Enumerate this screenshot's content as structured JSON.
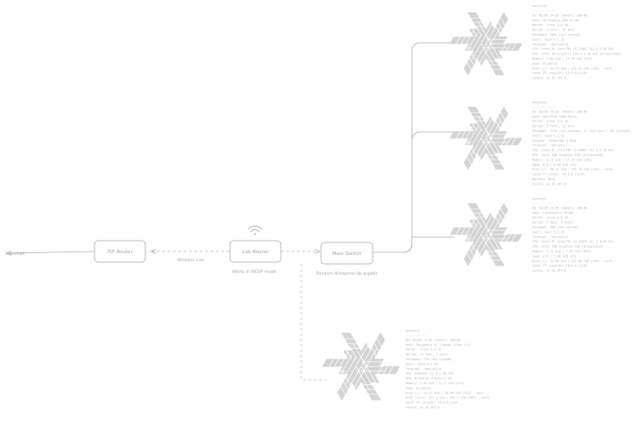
{
  "nodes": {
    "internet": "Internet",
    "isp_router": "ISP Router",
    "lab_router": "Lab Router",
    "main_switch": "Main Switch"
  },
  "edges": {
    "wireless_link": "Wireless Link"
  },
  "captions": {
    "lab_router_note": "Works in WDSP mode",
    "switch_note": "Random Aliexpress 8p gigabit"
  },
  "icons": {
    "wifi": "wifi-icon",
    "server_logo": "nixos-logo-icon"
  },
  "servers": [
    {
      "title": "neofetch",
      "lines": [
        "------------",
        "OS: NixOS 24.05 (Uakari) x86_64",
        "Host: HP ProDesk 600 G3 DM",
        "Kernel: Linux 6.6.40",
        "Uptime: 3 hours, 52 mins",
        "Packages: 1091 (nix-system)",
        "Shell: bash 5.2.26",
        "Terminal: /dev/pts/0",
        "CPU: Intel(R) Core(TM) i5-7500T (4) @ 3.30 GHz",
        "GPU: Intel HD Graphics 630 @ 1.10 GHz [Integrated]",
        "Memory: 3.84 GiB / 15.52 GiB (25%)",
        "Swap: Disabled",
        "Disk (/): 42.18 GiB / 233.24 GiB (18%) - ext4",
        "Local IP (enp1s0): 10.0.0.11/24",
        "Locale: en_US.UTF-8"
      ]
    },
    {
      "title": "neofetch",
      "lines": [
        "------------",
        "OS: NixOS 24.05 (Uakari) x86_64",
        "Host: OptiPlex 3060 Micro",
        "Kernel: Linux 6.6.40",
        "Uptime: 5 hours, 18 mins",
        "Packages: 1244 (nix-system), 17 (nix-user), 56 (flatpak)",
        "Shell: bash 5.2.26",
        "Display: 1920x1080 @ 60Hz",
        "Terminal: /dev/pts/1",
        "CPU: Intel(R) Core(TM) i5-8500T (6) @ 3.50 GHz",
        "GPU: Intel UHD Graphics 630 [Integrated]",
        "Memory: 6.12 GiB / 15.50 GiB (39%)",
        "Swap: 0 B / 4.00 GiB (0%)",
        "Disk (/): 96.44 GiB / 465.76 GiB (21%) - ext4",
        "Local IP (eno1): 10.0.0.12/24",
        "Battery: None",
        "Locale: en_US.UTF-8"
      ]
    },
    {
      "title": "neofetch",
      "lines": [
        "------------",
        "OS: NixOS 24.05 (Uakari) x86_64",
        "Host: ThinkCentre M720q",
        "Kernel: Linux 6.6.40",
        "Uptime: 2 days, 4 hours",
        "Packages: 968 (nix-system)",
        "Shell: bash 5.2.26",
        "Terminal: /dev/pts/0",
        "CPU: Intel(R) Core(TM) i3-8100T (4) @ 3.10 GHz",
        "GPU: Intel UHD Graphics 630 [Integrated]",
        "Memory: 2.71 GiB / 7.63 GiB (35%)",
        "Swap: 0 B / 2.00 GiB (0%)",
        "Disk (/): 31.90 GiB / 232.89 GiB (14%) - ext4",
        "Local IP (enp2s0): 10.0.0.13/24",
        "Locale: en_US.UTF-8"
      ]
    },
    {
      "title": "neofetch",
      "lines": [
        "------------",
        "OS: NixOS 24.05 (Uakari) x86_64",
        "Host: Raspberry Pi 4 Model B Rev 1.4",
        "Kernel: Linux 6.6.31",
        "Uptime: 11 days, 7 hours",
        "Packages: 743 (nix-system)",
        "Shell: bash 5.2.26",
        "Terminal: /dev/pts/0",
        "CPU: BCM2835 (4) @ 1.80 GHz",
        "GPU: Broadcom VideoCore VI",
        "Memory: 1.02 GiB / 3.71 GiB (27%)",
        "Swap: Disabled",
        "Disk (/): 18.22 GiB / 58.96 GiB (31%) - ext4",
        "Disk (/srv): 612.4 GiB / 931.5 GiB (66%) - ext4",
        "Local IP (wlan0): 10.0.0.2/24",
        "Locale: en_US.UTF-8"
      ]
    }
  ]
}
